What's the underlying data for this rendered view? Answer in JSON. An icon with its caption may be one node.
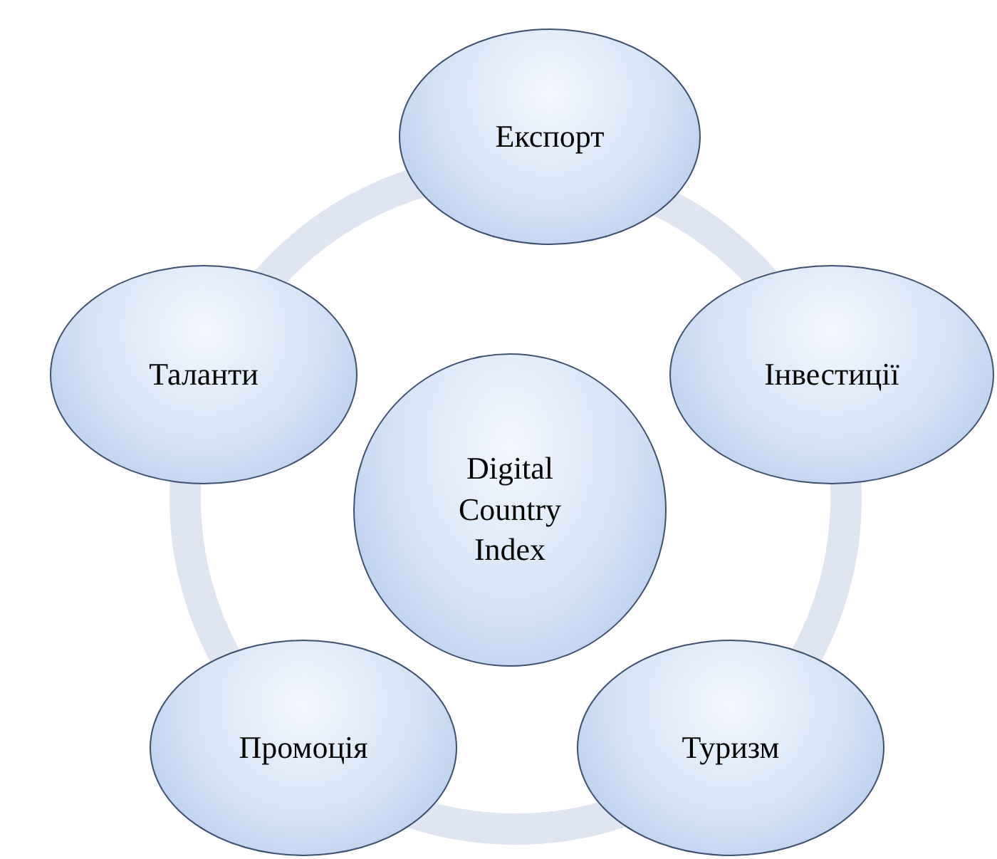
{
  "diagram": {
    "nodes": [
      {
        "text": [
          "Digital Country Index"
        ]
      },
      {
        "text": [
          "Експорт"
        ]
      },
      {
        "text": [
          "Інвестиції"
        ]
      },
      {
        "text": [
          "Туризм"
        ]
      },
      {
        "text": [
          "Промоція"
        ]
      },
      {
        "text": [
          "Таланти"
        ]
      }
    ]
  }
}
